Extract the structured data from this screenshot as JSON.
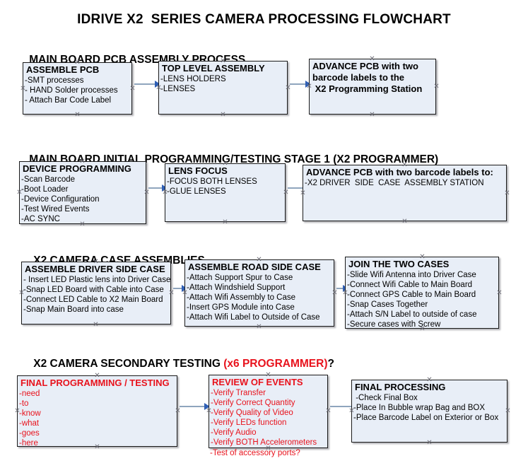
{
  "document": {
    "title": "IDRIVE X2  SERIES CAMERA PROCESSING FLOWCHART"
  },
  "colors": {
    "box_fill": "#e8eef7",
    "box_border": "#1a1a1a",
    "text_black": "#000000",
    "text_red": "#e8121c",
    "arrow_line": "#8fa5bd",
    "arrow_head": "#2f5fb5"
  },
  "sections": [
    {
      "id": "main-board-pcb-assembly",
      "heading": "MAIN BOARD PCB ASSEMBLY PROCESS",
      "heading_red_suffix": "",
      "heading_tail": "",
      "nodes": [
        {
          "id": "assemble-pcb",
          "title": "ASSEMBLE PCB",
          "color": "black",
          "items": [
            "-SMT processes",
            "- HAND Solder processes",
            "- Attach Bar Code Label"
          ]
        },
        {
          "id": "top-level-assembly",
          "title": "TOP LEVEL ASSEMBLY",
          "color": "black",
          "items": [
            "-LENS HOLDERS",
            "-LENSES"
          ]
        },
        {
          "id": "advance-pcb-x2-programming-station",
          "title": "ADVANCE PCB with two",
          "color": "black",
          "title_lines": [
            "ADVANCE PCB with two",
            "barcode labels to the",
            " X2 Programming Station"
          ],
          "items": []
        }
      ]
    },
    {
      "id": "main-board-initial-programming",
      "heading": "MAIN BOARD INITIAL PROGRAMMING/TESTING STAGE 1 (X2 PROGRAMMER)",
      "nodes": [
        {
          "id": "device-programming",
          "title": "DEVICE PROGRAMMING",
          "color": "black",
          "items": [
            "-Scan Barcode",
            "-Boot Loader",
            "-Device Configuration",
            "-Test Wired Events",
            "-AC SYNC"
          ]
        },
        {
          "id": "lens-focus",
          "title": "LENS FOCUS",
          "color": "black",
          "items": [
            "-FOCUS BOTH LENSES",
            "-GLUE LENSES"
          ]
        },
        {
          "id": "advance-pcb-driver-side-case",
          "title": "ADVANCE PCB with two barcode labels to:",
          "color": "black",
          "items": [
            "-X2 DRIVER  SIDE  CASE  ASSEMBLY STATION"
          ]
        }
      ]
    },
    {
      "id": "x2-camera-case-assemblies",
      "heading": "X2 CAMERA CASE ASSEMBLIES",
      "nodes": [
        {
          "id": "assemble-driver-side-case",
          "title": "ASSEMBLE DRIVER SIDE CASE",
          "color": "black",
          "items": [
            "- Insert LED Plastic lens into Driver Case",
            "-Snap LED Board with Cable into Case",
            "-Connect LED Cable to X2 Main Board",
            "-Snap Main Board into case"
          ]
        },
        {
          "id": "assemble-road-side-case",
          "title": "ASSEMBLE ROAD SIDE CASE",
          "color": "black",
          "items": [
            "-Attach Support Spur to Case",
            "-Attach Windshield Support",
            "-Attach Wifi Assembly to Case",
            "-Insert GPS Module into Case",
            "-Attach Wifi Label to Outside of Case"
          ]
        },
        {
          "id": "join-the-two-cases",
          "title": "JOIN THE TWO CASES",
          "color": "black",
          "items": [
            "-Slide Wifi Antenna into Driver Case",
            "-Connect Wifi Cable to Main Board",
            "-Connect GPS Cable to Main Board",
            "-Snap Cases Together",
            "-Attach S/N Label to outside of case",
            "-Secure cases with Screw"
          ]
        }
      ]
    },
    {
      "id": "x2-camera-secondary-testing",
      "heading": "X2 CAMERA SECONDARY TESTING ",
      "heading_red_suffix": "(x6 PROGRAMMER)",
      "heading_tail": "?",
      "nodes": [
        {
          "id": "final-programming-testing",
          "title": "FINAL PROGRAMMING / TESTING",
          "color": "red",
          "items": [
            "-need",
            "-to",
            "-know",
            "-what",
            "-goes",
            "-here"
          ]
        },
        {
          "id": "review-of-events",
          "title": "REVIEW OF EVENTS",
          "color": "red",
          "items": [
            "-Verify Transfer",
            "-Verify Correct Quantity",
            "-Verify Quality of Video",
            "-Verify LEDs function",
            "-Verify Audio",
            "-Verify BOTH Accelerometers"
          ],
          "overflow_item": "-Test of accessory ports?"
        },
        {
          "id": "final-processing",
          "title": "FINAL PROCESSING",
          "color": "black",
          "items": [
            " -Check Final Box",
            "-Place In Bubble wrap Bag and BOX",
            "-Place Barcode Label on Exterior or Box"
          ]
        }
      ]
    }
  ]
}
